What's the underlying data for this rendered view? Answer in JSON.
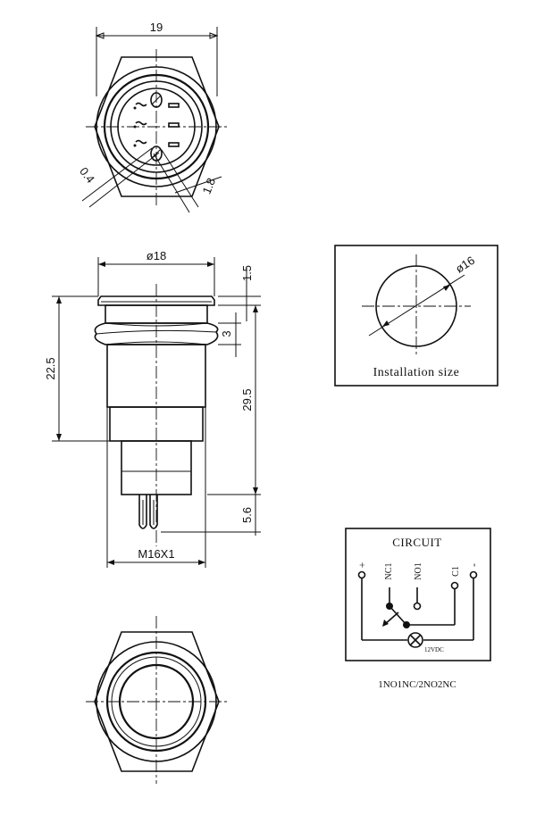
{
  "top_view": {
    "dim_width": "19",
    "dim_pin_thickness": "0.4",
    "dim_pin_width": "1.8"
  },
  "side_view": {
    "dim_head_diameter": "ø18",
    "dim_head_height": "1.5",
    "dim_nut_thickness": "3",
    "dim_body_length": "22.5",
    "dim_total_length": "29.5",
    "dim_terminal_length": "5.6",
    "dim_thread": "M16X1"
  },
  "installation": {
    "dim_hole_diameter": "ø16",
    "caption": "Installation size"
  },
  "circuit": {
    "title": "CIRCUIT",
    "label_plus": "+",
    "label_nc1": "NC1",
    "label_no1": "NO1",
    "label_c1": "C1",
    "label_minus": "-",
    "lamp_voltage": "12VDC",
    "contact_config": "1NO1NC/2NO2NC"
  }
}
